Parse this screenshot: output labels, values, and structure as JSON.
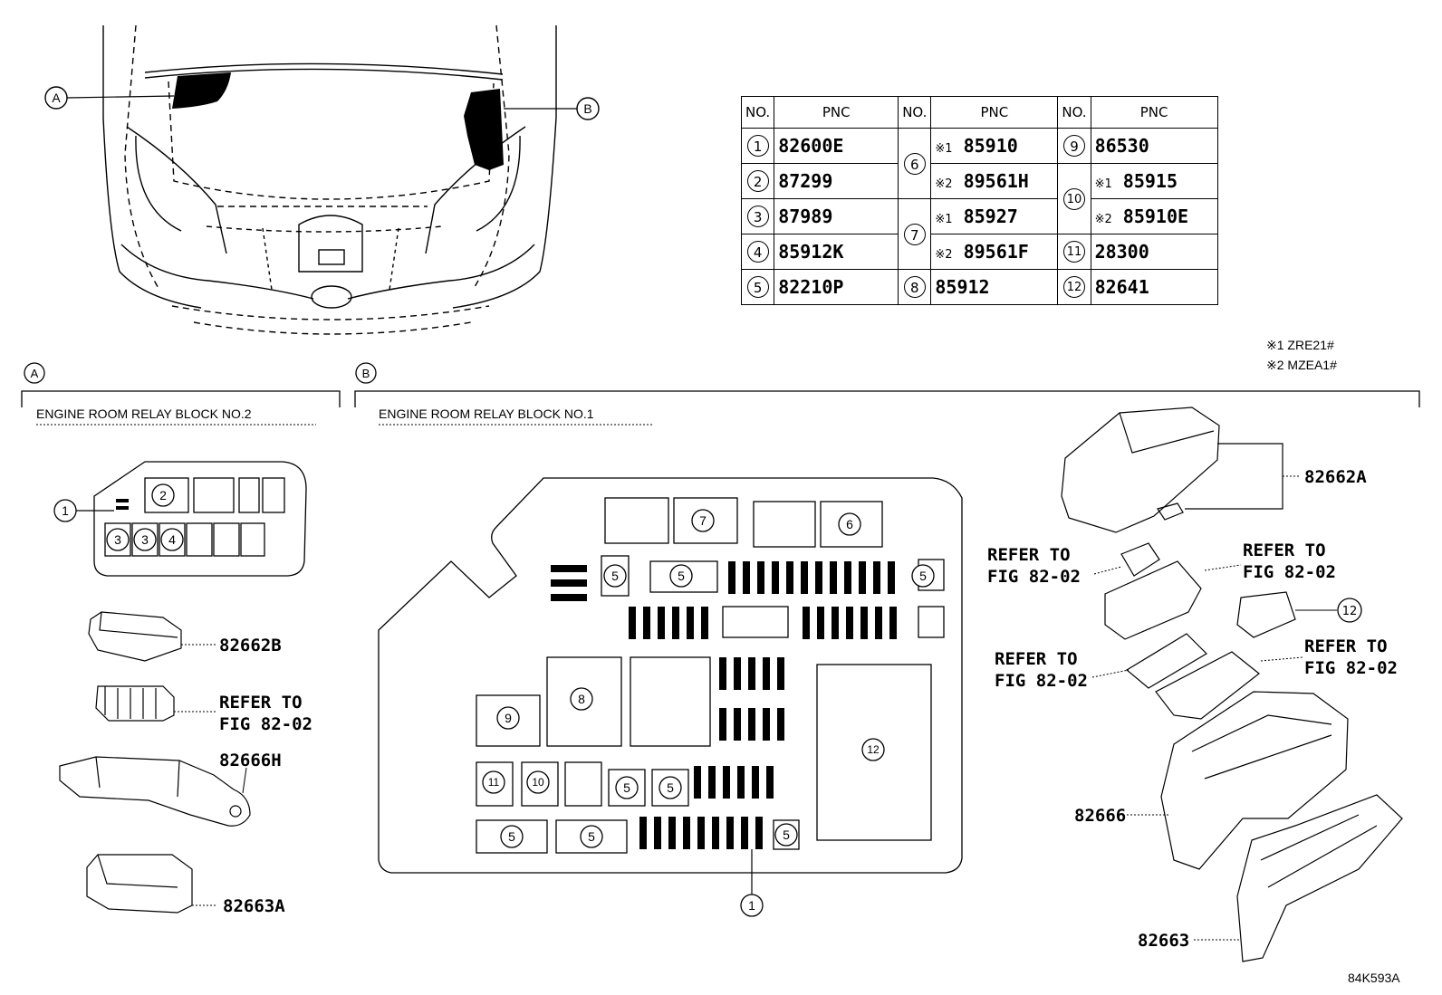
{
  "table": {
    "header": {
      "no": "NO.",
      "pnc": "PNC"
    },
    "rows": [
      {
        "no1": "1",
        "pnc1": "82600E",
        "no2": "6",
        "pnc2a_note": "※1",
        "pnc2a": "85910",
        "no3": "9",
        "pnc3": "86530"
      },
      {
        "no1": "2",
        "pnc1": "87299",
        "pnc2b_note": "※2",
        "pnc2b": "89561H",
        "no3": "10",
        "pnc3a_note": "※1",
        "pnc3a": "85915"
      },
      {
        "no1": "3",
        "pnc1": "87989",
        "no2": "7",
        "pnc2a_note": "※1",
        "pnc2a": "85927",
        "pnc3b_note": "※2",
        "pnc3b": "85910E"
      },
      {
        "no1": "4",
        "pnc1": "85912K",
        "pnc2b_note": "※2",
        "pnc2b": "89561F",
        "no3": "11",
        "pnc3": "28300"
      },
      {
        "no1": "5",
        "pnc1": "82210P",
        "no2": "8",
        "pnc2": "85912",
        "no3": "12",
        "pnc3": "82641"
      }
    ]
  },
  "notes": [
    "※1 ZRE21#",
    "※2 MZEA1#"
  ],
  "sections": {
    "a": {
      "letter": "A",
      "title": "ENGINE ROOM RELAY BLOCK NO.2"
    },
    "b": {
      "letter": "B",
      "title": "ENGINE ROOM RELAY BLOCK NO.1"
    }
  },
  "block_a_labels": [
    "1",
    "2",
    "3",
    "3",
    "4"
  ],
  "block_b_labels": [
    "7",
    "6",
    "5",
    "5",
    "5",
    "9",
    "8",
    "12",
    "11",
    "10",
    "5",
    "5",
    "5",
    "5",
    "5",
    "1"
  ],
  "parts_left": {
    "p1": "82662B",
    "refer1_a": "REFER TO",
    "refer1_b": "FIG 82-02",
    "p2": "82666H",
    "p3": "82663A"
  },
  "parts_right": {
    "p1": "82662A",
    "refer_a": "REFER TO",
    "refer_b": "FIG 82-02",
    "p12": "12",
    "p2": "82666",
    "p3": "82663"
  },
  "figure_code": "84K593A"
}
